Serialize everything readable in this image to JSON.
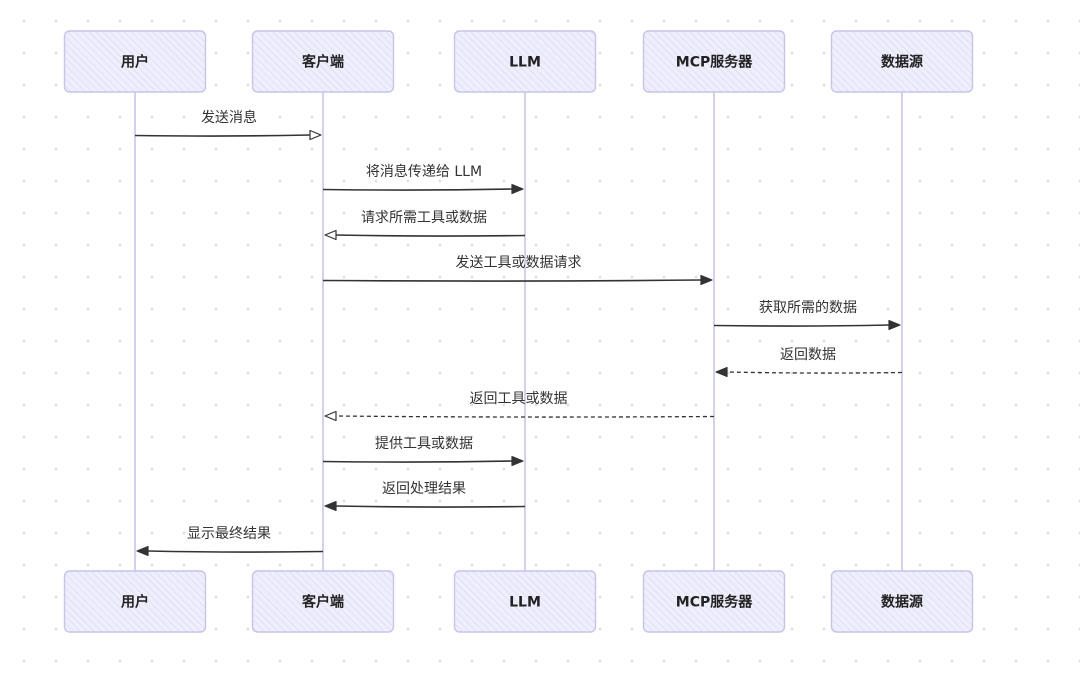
{
  "diagram": {
    "type": "sequence",
    "participants": [
      "用户",
      "客户端",
      "LLM",
      "MCP服务器",
      "数据源"
    ],
    "messages": [
      {
        "from": 0,
        "to": 1,
        "text": "发送消息",
        "style": "solid",
        "head": "open"
      },
      {
        "from": 1,
        "to": 2,
        "text": "将消息传递给 LLM",
        "style": "solid",
        "head": "filled"
      },
      {
        "from": 2,
        "to": 1,
        "text": "请求所需工具或数据",
        "style": "solid",
        "head": "open"
      },
      {
        "from": 1,
        "to": 3,
        "text": "发送工具或数据请求",
        "style": "solid",
        "head": "filled"
      },
      {
        "from": 3,
        "to": 4,
        "text": "获取所需的数据",
        "style": "solid",
        "head": "filled"
      },
      {
        "from": 4,
        "to": 3,
        "text": "返回数据",
        "style": "dashed",
        "head": "filled"
      },
      {
        "from": 3,
        "to": 1,
        "text": "返回工具或数据",
        "style": "dashed",
        "head": "open"
      },
      {
        "from": 1,
        "to": 2,
        "text": "提供工具或数据",
        "style": "solid",
        "head": "filled"
      },
      {
        "from": 2,
        "to": 1,
        "text": "返回处理结果",
        "style": "solid",
        "head": "filled"
      },
      {
        "from": 1,
        "to": 0,
        "text": "显示最终结果",
        "style": "solid",
        "head": "filled"
      }
    ],
    "colors": {
      "box_fill": "#efeefc",
      "box_stroke": "#c7c3ec",
      "lifeline": "#c9c5ee",
      "arrow": "#333333",
      "hatch": "#d9d6f3"
    }
  }
}
